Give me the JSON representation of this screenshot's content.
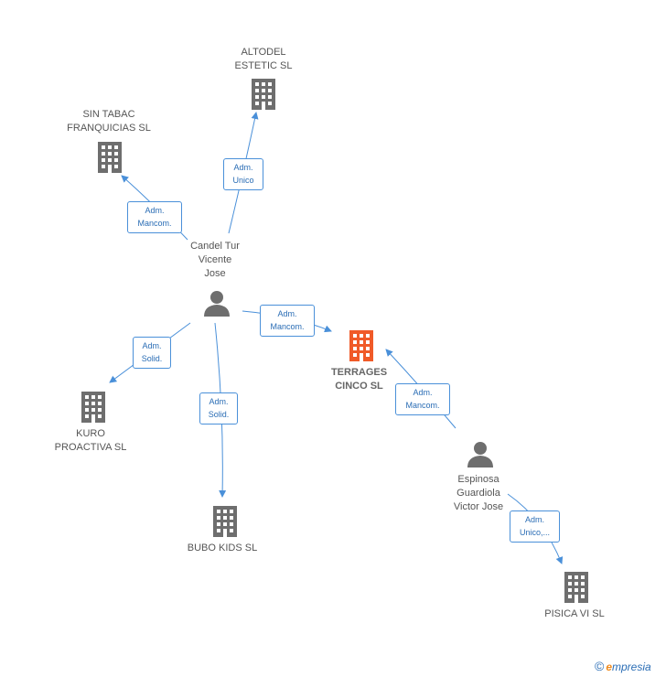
{
  "nodes": {
    "altodel": {
      "label": "ALTODEL\nESTETIC SL"
    },
    "sin_tabac": {
      "label": "SIN TABAC\nFRANQUICIAS SL"
    },
    "candel": {
      "label": "Candel Tur\nVicente\nJose"
    },
    "terrages": {
      "label": "TERRAGES\nCINCO SL"
    },
    "kuro": {
      "label": "KURO\nPROACTIVA SL"
    },
    "bubo": {
      "label": "BUBO KIDS SL"
    },
    "espinosa": {
      "label": "Espinosa\nGuardiola\nVictor Jose"
    },
    "pisica": {
      "label": "PISICA VI SL"
    }
  },
  "edges": {
    "e_altodel": {
      "label": "Adm.\nUnico"
    },
    "e_sintabac": {
      "label": "Adm.\nMancom."
    },
    "e_terrages_candel": {
      "label": "Adm.\nMancom."
    },
    "e_kuro": {
      "label": "Adm.\nSolid."
    },
    "e_bubo": {
      "label": "Adm.\nSolid."
    },
    "e_terrages_espinosa": {
      "label": "Adm.\nMancom."
    },
    "e_pisica": {
      "label": "Adm.\nUnico,..."
    }
  },
  "colors": {
    "building": "#6e6e6e",
    "building_center": "#f05a28",
    "person": "#6e6e6e",
    "edge": "#4a90d9"
  },
  "brand": {
    "copyright": "©",
    "e": "e",
    "rest": "mpresia"
  }
}
